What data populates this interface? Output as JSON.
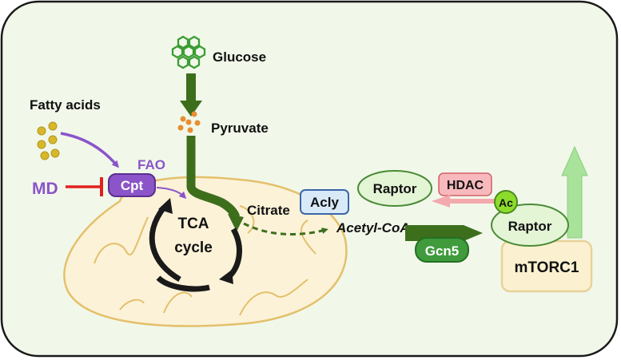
{
  "labels": {
    "glucose": "Glucose",
    "pyruvate": "Pyruvate",
    "fatty_acids": "Fatty acids",
    "fao": "FAO",
    "md": "MD",
    "cpt": "Cpt",
    "tca_line1": "TCA",
    "tca_line2": "cycle",
    "citrate": "Citrate",
    "acly": "Acly",
    "acetyl_coa": "Acetyl-CoA",
    "raptor_free": "Raptor",
    "hdac": "HDAC",
    "ac": "Ac",
    "raptor_bound": "Raptor",
    "gcn5": "Gcn5",
    "mtorc1": "mTORC1"
  },
  "colors": {
    "panel_bg": "#f1f8ea",
    "panel_border": "#1a1a1a",
    "mito_fill": "#fcf2d8",
    "mito_border": "#e3c06b",
    "glucose": "#3c9c34",
    "pyruvate": "#e88e32",
    "fatty_acid": "#d7b82b",
    "main_arrow": "#3d6e1c",
    "purple": "#8b54c9",
    "inhibit_red": "#e32020",
    "raptor_fill": "#e4f5d6",
    "raptor_border": "#4a8a35",
    "hdac_fill": "#f7b9bd",
    "hdac_border": "#d26068",
    "acly_fill": "#d8e9f8",
    "acly_border": "#3c66a8",
    "ac_fill": "#8ddc2c",
    "gcn5_fill": "#3f9b3c",
    "mtorc1_fill": "#fbf1d0",
    "mtorc1_border": "#e7d29a",
    "up_arrow": "#a9e29b"
  }
}
